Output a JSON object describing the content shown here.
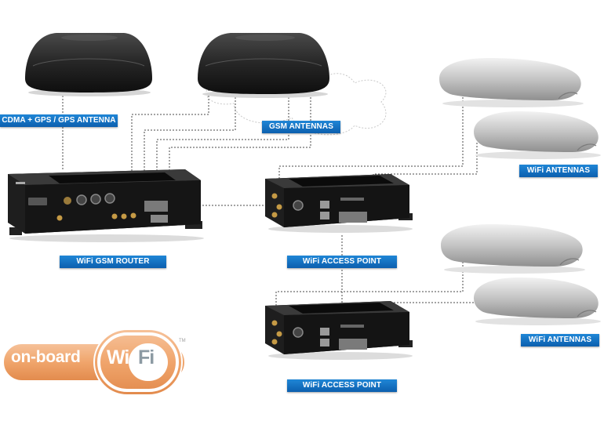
{
  "labels": {
    "cdma_gps_antenna": "CDMA + GPS / GPS ANTENNA",
    "gsm_antennas": "GSM ANTENNAS",
    "wifi_antennas_top": "WiFi ANTENNAS",
    "wifi_gsm_router": "WiFi GSM ROUTER",
    "wifi_access_point_top": "WiFi ACCESS POINT",
    "wifi_antennas_bottom": "WiFi ANTENNAS",
    "wifi_access_point_bottom": "WiFi ACCESS POINT"
  },
  "badge": {
    "onboard": "on-board",
    "wi": "Wi",
    "fi": "Fi",
    "tm": "TM"
  },
  "colors": {
    "label_blue": "#1470c4",
    "badge_orange": "#f0a56c",
    "device_dark": "#2a2a2a",
    "antenna_silver": "#c9c9c9",
    "cable_dotted": "#555555"
  }
}
